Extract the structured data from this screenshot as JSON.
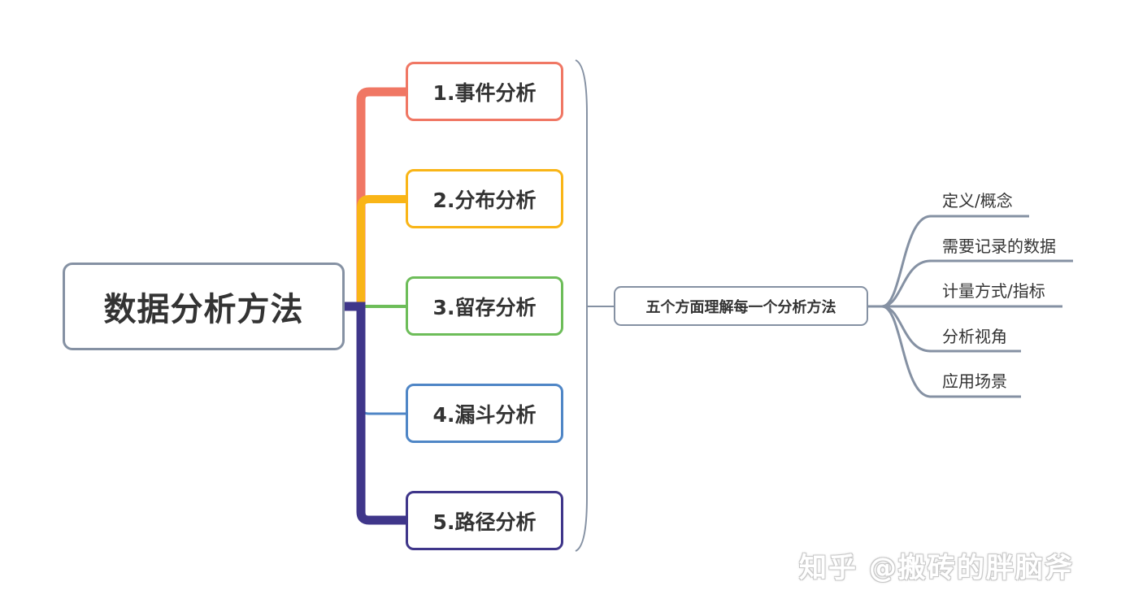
{
  "root": {
    "label": "数据分析方法"
  },
  "methods": [
    {
      "label": "1.事件分析",
      "color": "#f07764"
    },
    {
      "label": "2.分布分析",
      "color": "#f9b517"
    },
    {
      "label": "3.留存分析",
      "color": "#6dbd59"
    },
    {
      "label": "4.漏斗分析",
      "color": "#4f86c6"
    },
    {
      "label": "5.路径分析",
      "color": "#3f368a"
    }
  ],
  "summary": {
    "label": "五个方面理解每一个分析方法"
  },
  "aspects": [
    {
      "label": "定义/概念"
    },
    {
      "label": "需要记录的数据"
    },
    {
      "label": "计量方式/指标"
    },
    {
      "label": "分析视角"
    },
    {
      "label": "应用场景"
    }
  ],
  "colors": {
    "node_border": "#8591a3",
    "connector": "#8591a3",
    "text": "#333333"
  },
  "watermark": {
    "text": "知乎 @搬砖的胖脑斧"
  }
}
